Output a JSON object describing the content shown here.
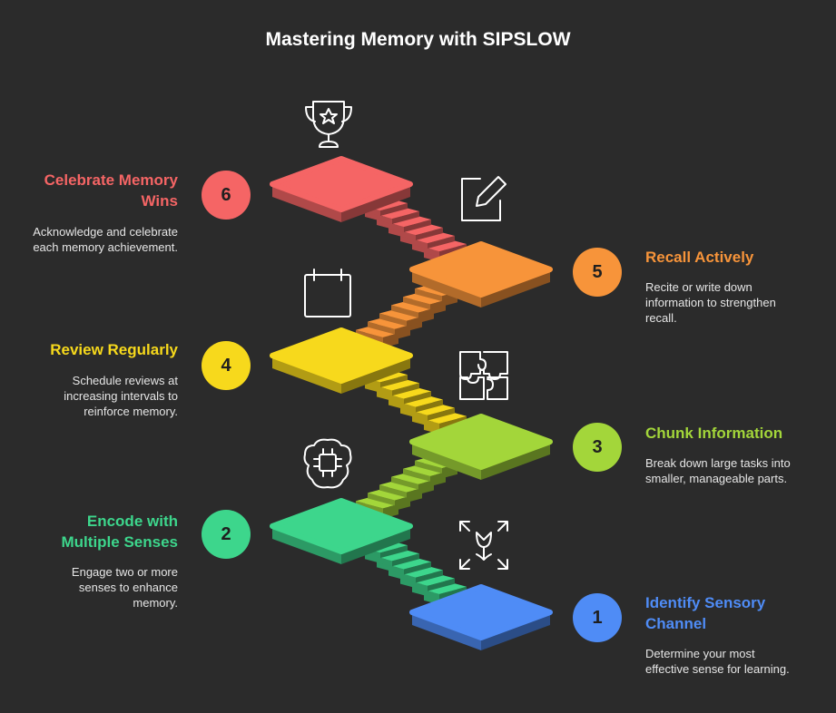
{
  "title": "Mastering Memory with SIPSLOW",
  "steps": [
    {
      "number": "1",
      "title": "Identify Sensory Channel",
      "description": "Determine your most effective sense for learning.",
      "color": "#4f8cf6",
      "icon": "senses-focus-icon"
    },
    {
      "number": "2",
      "title": "Encode with Multiple Senses",
      "description": "Engage two or more senses to enhance memory.",
      "color": "#3dd68c",
      "icon": "brain-chip-icon"
    },
    {
      "number": "3",
      "title": "Chunk Information",
      "description": "Break down large tasks into smaller, manageable parts.",
      "color": "#a3d63a",
      "icon": "puzzle-icon"
    },
    {
      "number": "4",
      "title": "Review Regularly",
      "description": "Schedule reviews at increasing intervals to reinforce memory.",
      "color": "#f7d91c",
      "icon": "calendar-icon"
    },
    {
      "number": "5",
      "title": "Recall Actively",
      "description": "Recite or write down information to strengthen recall.",
      "color": "#f7943a",
      "icon": "edit-note-icon"
    },
    {
      "number": "6",
      "title": "Celebrate Memory Wins",
      "description": "Acknowledge and celebrate each memory achievement.",
      "color": "#f56565",
      "icon": "trophy-icon"
    }
  ]
}
